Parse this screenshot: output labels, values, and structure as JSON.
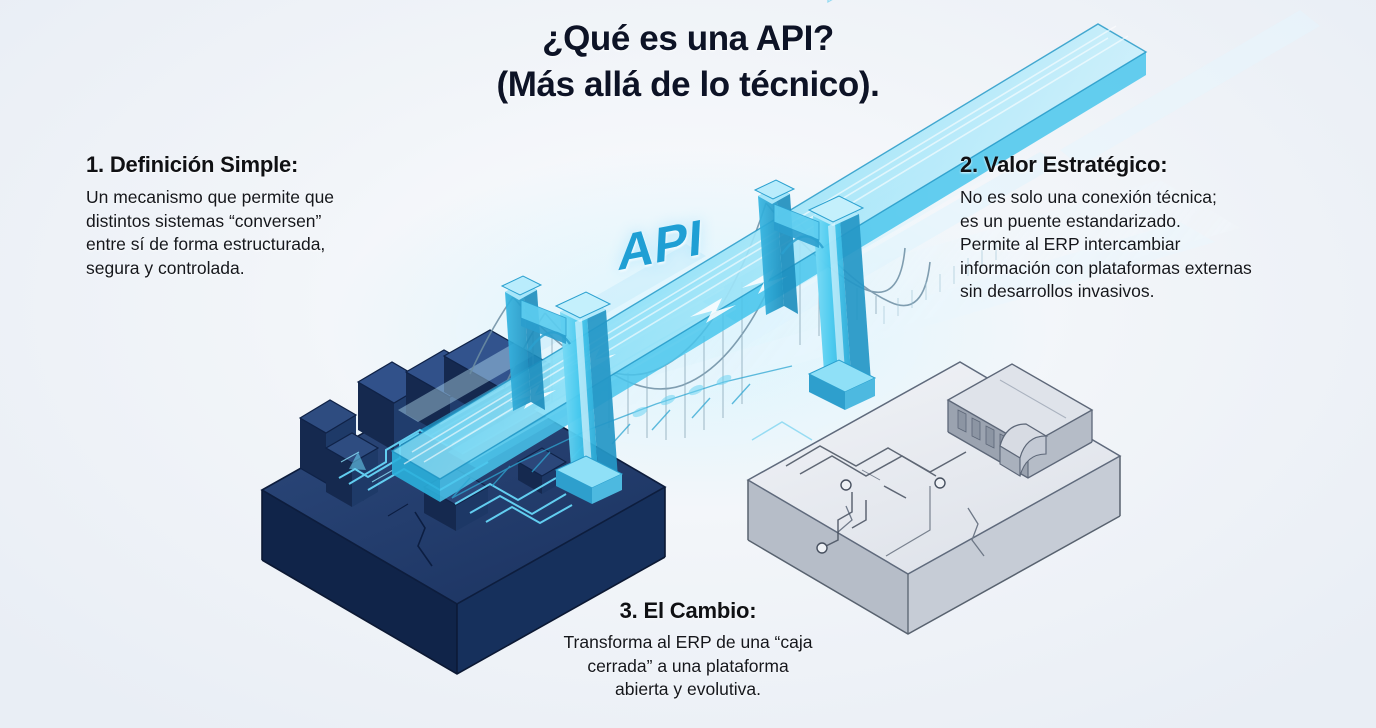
{
  "title": {
    "line1": "¿Qué es una API?",
    "line2": "(Más allá de lo técnico)."
  },
  "illustration": {
    "api_label": "API",
    "colors": {
      "background": "#edf1f7",
      "title_text": "#0d1326",
      "heading_text": "#101114",
      "body_text": "#15171c",
      "api_label": "#1f9fd4",
      "bridge_cyan": "#45c8ee",
      "bridge_cyan_light": "#9fe4f8",
      "bridge_cyan_dark": "#1a93c4",
      "platform_dark_top": "#25406f",
      "platform_dark_side": "#132a55",
      "platform_dark_face": "#0f2349",
      "platform_light_top": "#e9ecf1",
      "platform_light_side": "#c3c9d3",
      "platform_light_face": "#b0b7c2",
      "circuit_glow": "#5ed3f5",
      "circuit_line_light": "#3c4556"
    },
    "elements": [
      "legacy-system-platform",
      "modern-platform",
      "api-bridge",
      "data-flow-beams",
      "circuit-traces"
    ]
  },
  "callouts": [
    {
      "id": "definicion-simple",
      "heading": "1. Definición Simple:",
      "lines": [
        "Un mecanismo que permite que",
        "distintos sistemas “conversen”",
        "entre sí de forma estructurada,",
        "segura y controlada."
      ]
    },
    {
      "id": "valor-estrategico",
      "heading": "2. Valor Estratégico:",
      "lines": [
        "No es solo una conexión técnica;",
        "es un puente estandarizado.",
        "Permite al ERP intercambiar",
        "información con plataformas externas",
        "sin desarrollos invasivos."
      ]
    },
    {
      "id": "el-cambio",
      "heading": "3. El Cambio:",
      "lines": [
        "Transforma al ERP de una “caja",
        "cerrada” a una plataforma",
        "abierta y evolutiva."
      ]
    }
  ]
}
